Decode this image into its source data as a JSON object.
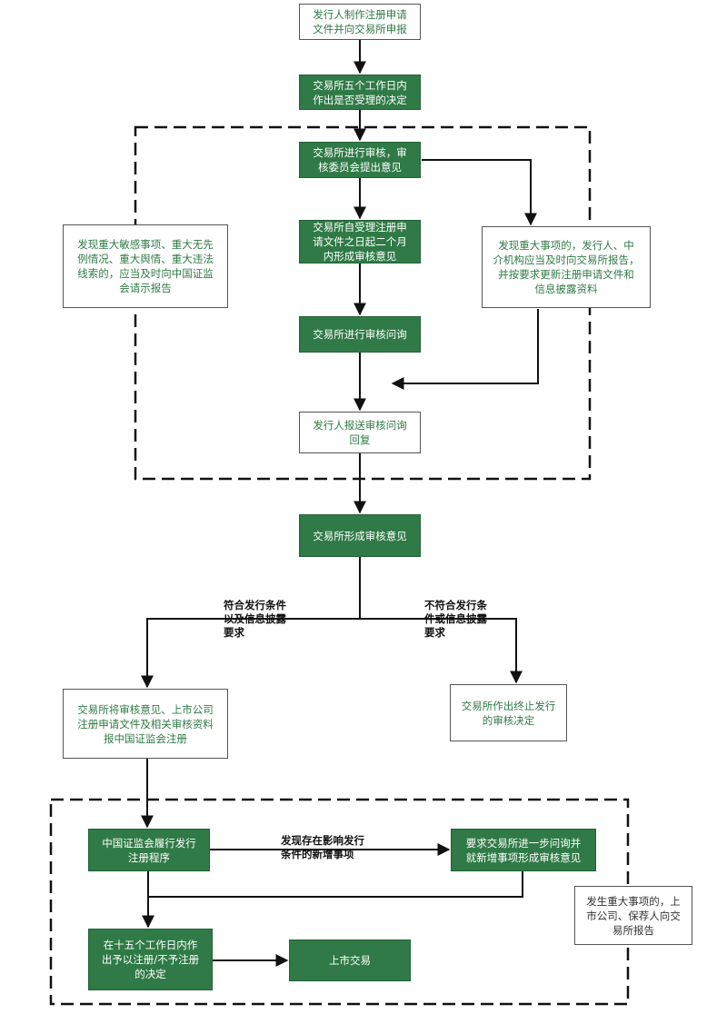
{
  "colors": {
    "green": "#2f7a46",
    "text_green": "#2f7a46",
    "line": "#111111"
  },
  "boxes": {
    "submit": "发行人制作注册申请\n文件并向交易所申报",
    "accept": "交易所五个工作日内\n作出是否受理的决定",
    "review": "交易所进行审核，审\n核委员会提出意见",
    "two_months": "交易所自受理注册申\n请文件之日起二个月\n内形成审核意见",
    "inquiry": "交易所进行审核问询",
    "reply": "发行人报送审核问询\n回复",
    "left_report": "发现重大敏感事项、重大无先\n例情况、重大舆情、重大违法\n线索的，应当及时向中国证监\n会请示报告",
    "right_report": "发现重大事项的，发行人、中\n介机构应当及时向交易所报告，\n并按要求更新注册申请文件和\n信息披露资料",
    "opinion": "交易所形成审核意见",
    "to_csrc": "交易所将审核意见、上市公司\n注册申请文件及相关审核资料\n报中国证监会注册",
    "terminate": "交易所作出终止发行\n的审核决定",
    "csrc_program": "中国证监会履行发行\n注册程序",
    "further_inquiry": "要求交易所进一步问询并\n就新增事项形成审核意见",
    "decision": "在十五个工作日内作\n出予以注册/不予注册\n的决定",
    "listing": "上市交易",
    "major_event": "发生重大事项的，上\n市公司、保荐人向交\n易所报告"
  },
  "labels": {
    "meets": "符合发行条件\n以及信息披露\n要求",
    "not_meets": "不符合发行条\n件或信息披露\n要求",
    "new_matters": "发现存在影响发行\n条件的新增事项"
  }
}
